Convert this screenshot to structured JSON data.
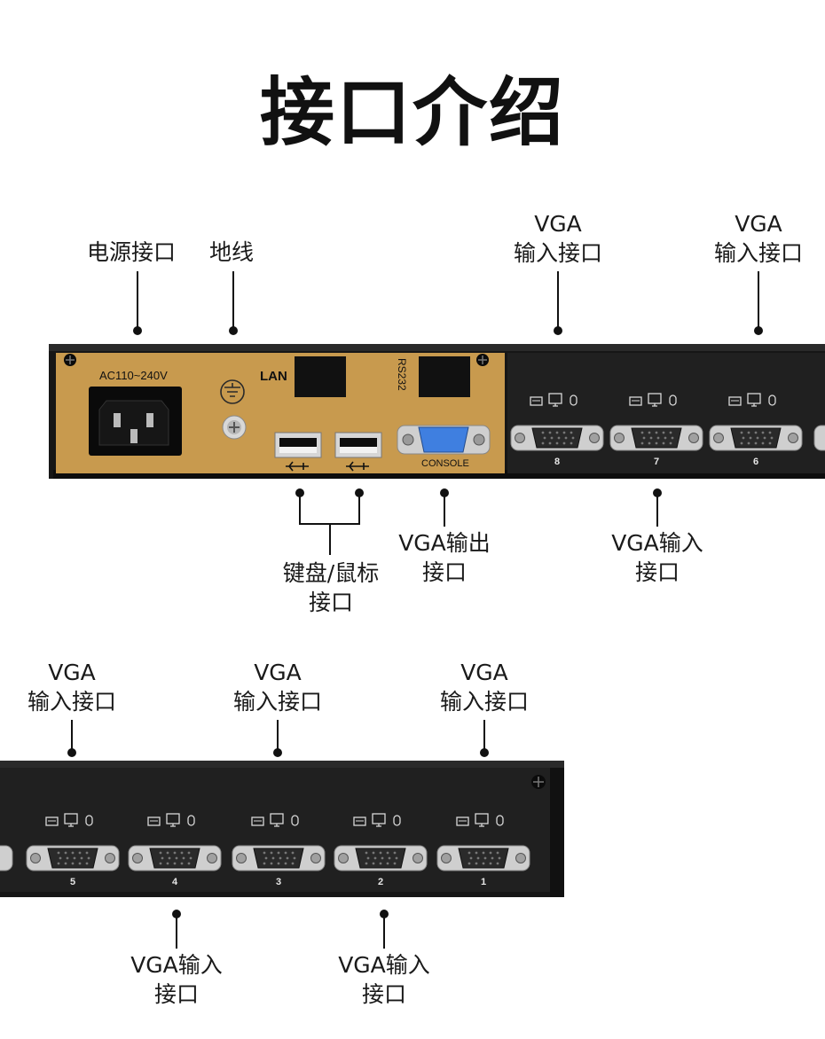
{
  "title": "接口介绍",
  "top_labels": {
    "power": "电源接口",
    "ground": "地线",
    "vga_in_1_l1": "VGA",
    "vga_in_1_l2": "输入接口",
    "vga_in_2_l1": "VGA",
    "vga_in_2_l2": "输入接口"
  },
  "bottom_labels": {
    "kbm_l1": "键盘/鼠标",
    "kbm_l2": "接口",
    "vga_out_l1": "VGA输出",
    "vga_out_l2": "接口",
    "vga_in_l1": "VGA输入",
    "vga_in_l2": "接口"
  },
  "panel2_top_labels": [
    {
      "l1": "VGA",
      "l2": "输入接口"
    },
    {
      "l1": "VGA",
      "l2": "输入接口"
    },
    {
      "l1": "VGA",
      "l2": "输入接口"
    }
  ],
  "panel2_bottom_labels": [
    {
      "l1": "VGA输入",
      "l2": "接口"
    },
    {
      "l1": "VGA输入",
      "l2": "接口"
    }
  ],
  "device": {
    "power_rating": "AC110~240V",
    "lan": "LAN",
    "rs232": "RS232",
    "console": "CONSOLE",
    "ports_panel1": [
      "8",
      "7",
      "6"
    ],
    "ports_panel2": [
      "5",
      "4",
      "3",
      "2",
      "1"
    ]
  },
  "colors": {
    "gold_plate": "#c89a4e",
    "chassis": "#1c1c1c",
    "vga_blue": "#3f7fe0"
  }
}
